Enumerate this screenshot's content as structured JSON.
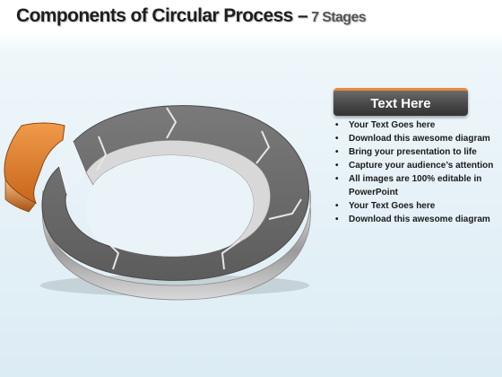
{
  "title": {
    "main": "Components of Circular Process –",
    "sub": "7 Stages"
  },
  "diagram": {
    "stages": 7,
    "highlighted_stage": 1,
    "colors": {
      "highlight": "#e8893a",
      "segment": "#6b6b6b",
      "accent_bar": "#e8893a"
    }
  },
  "text_box": {
    "header": "Text Here",
    "bullets": [
      "Your Text Goes here",
      "Download this awesome diagram",
      "Bring your presentation to life",
      "Capture your audience’s attention",
      "All images are 100% editable in PowerPoint",
      "Your Text Goes here",
      "Download this awesome diagram"
    ]
  }
}
